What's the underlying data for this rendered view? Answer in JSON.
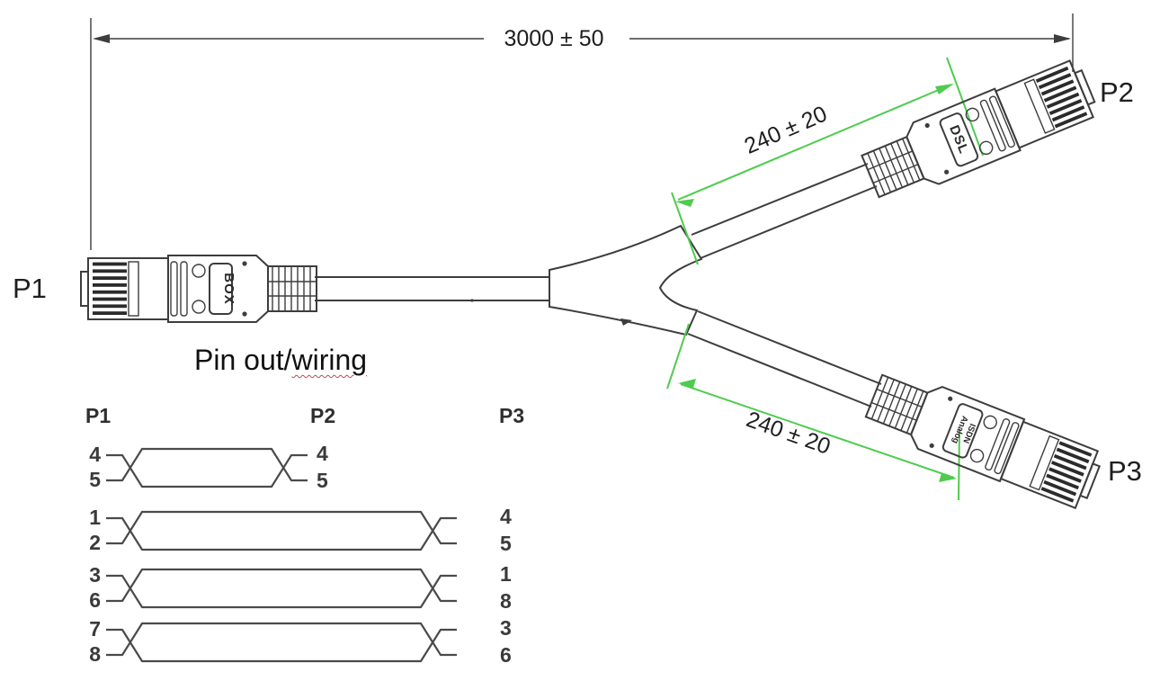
{
  "title": {
    "part1": "Pin out/",
    "part2": "wiring"
  },
  "dimensions": {
    "overall": "3000 ± 50",
    "branch_top": "240 ± 20",
    "branch_bottom": "240 ± 20"
  },
  "connectors": {
    "p1": {
      "label": "P1",
      "body_text": "BOX"
    },
    "p2": {
      "label": "P2",
      "body_text": "DSL"
    },
    "p3": {
      "label": "P3",
      "body_text_line1": "ISDN",
      "body_text_line2": "Analog"
    }
  },
  "pinout": {
    "headers": [
      "P1",
      "P2",
      "P3"
    ],
    "pairs": [
      {
        "from": [
          "4",
          "5"
        ],
        "to": [
          "4",
          "5"
        ],
        "to_connector": "P2"
      },
      {
        "from": [
          "1",
          "2"
        ],
        "to": [
          "4",
          "5"
        ],
        "to_connector": "P3"
      },
      {
        "from": [
          "3",
          "6"
        ],
        "to": [
          "1",
          "8"
        ],
        "to_connector": "P3"
      },
      {
        "from": [
          "7",
          "8"
        ],
        "to": [
          "3",
          "6"
        ],
        "to_connector": "P3"
      }
    ]
  },
  "colors": {
    "line": "#3d3d3d",
    "dimension_green": "#4fcb4f",
    "squiggle_red": "#b05050",
    "pin_fill": "#2b2b2b"
  }
}
